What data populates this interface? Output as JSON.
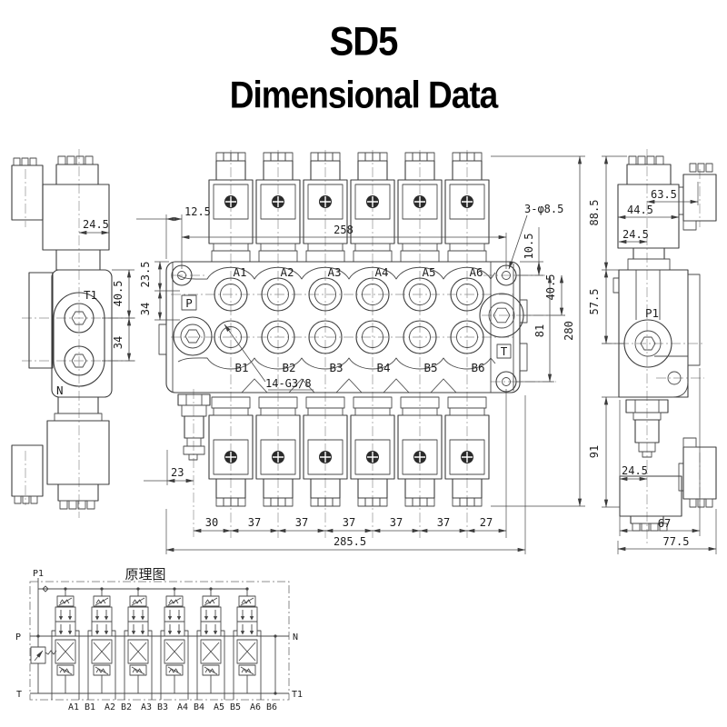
{
  "title": "SD5",
  "subtitle": "Dimensional Data",
  "left_view": {
    "port_top": "T1",
    "port_bottom": "N",
    "dim_coil_half": "24.5",
    "dim_port_offset": "40.5",
    "dim_port_spacing": "34"
  },
  "front_view": {
    "ports_a": [
      "A1",
      "A2",
      "A3",
      "A4",
      "A5",
      "A6"
    ],
    "ports_b": [
      "B1",
      "B2",
      "B3",
      "B4",
      "B5",
      "B6"
    ],
    "port_p": "P",
    "port_t": "T",
    "dim_edge_offset": "12.5",
    "dim_holes_span": "258",
    "note_holes": "3-φ8.5",
    "dim_left_top": "23.5",
    "dim_left_mid": "34",
    "dim_right_top": "10.5",
    "dim_right_upper": "40.5",
    "dim_right_lower": "81",
    "dim_height_total": "280",
    "note_thread": "14-G3/8",
    "dim_relief": "23",
    "dims_bottom": [
      "30",
      "37",
      "37",
      "37",
      "37",
      "37",
      "27"
    ],
    "dim_width_total": "285.5"
  },
  "right_view": {
    "port": "P1",
    "dim_height_top": "88.5",
    "dim_w1": "63.5",
    "dim_w2": "44.5",
    "dim_w3": "24.5",
    "dim_v1": "57.5",
    "dim_v2": "91",
    "dim_w4": "24.5",
    "dim_w5": "67",
    "dim_w6": "77.5"
  },
  "schematic": {
    "title": "原理图",
    "p1": "P1",
    "p": "P",
    "t": "T",
    "n": "N",
    "t1": "T1",
    "port_pairs": [
      "A1 B1",
      "A2 B2",
      "A3 B3",
      "A4 B4",
      "A5 B5",
      "A6 B6"
    ]
  }
}
